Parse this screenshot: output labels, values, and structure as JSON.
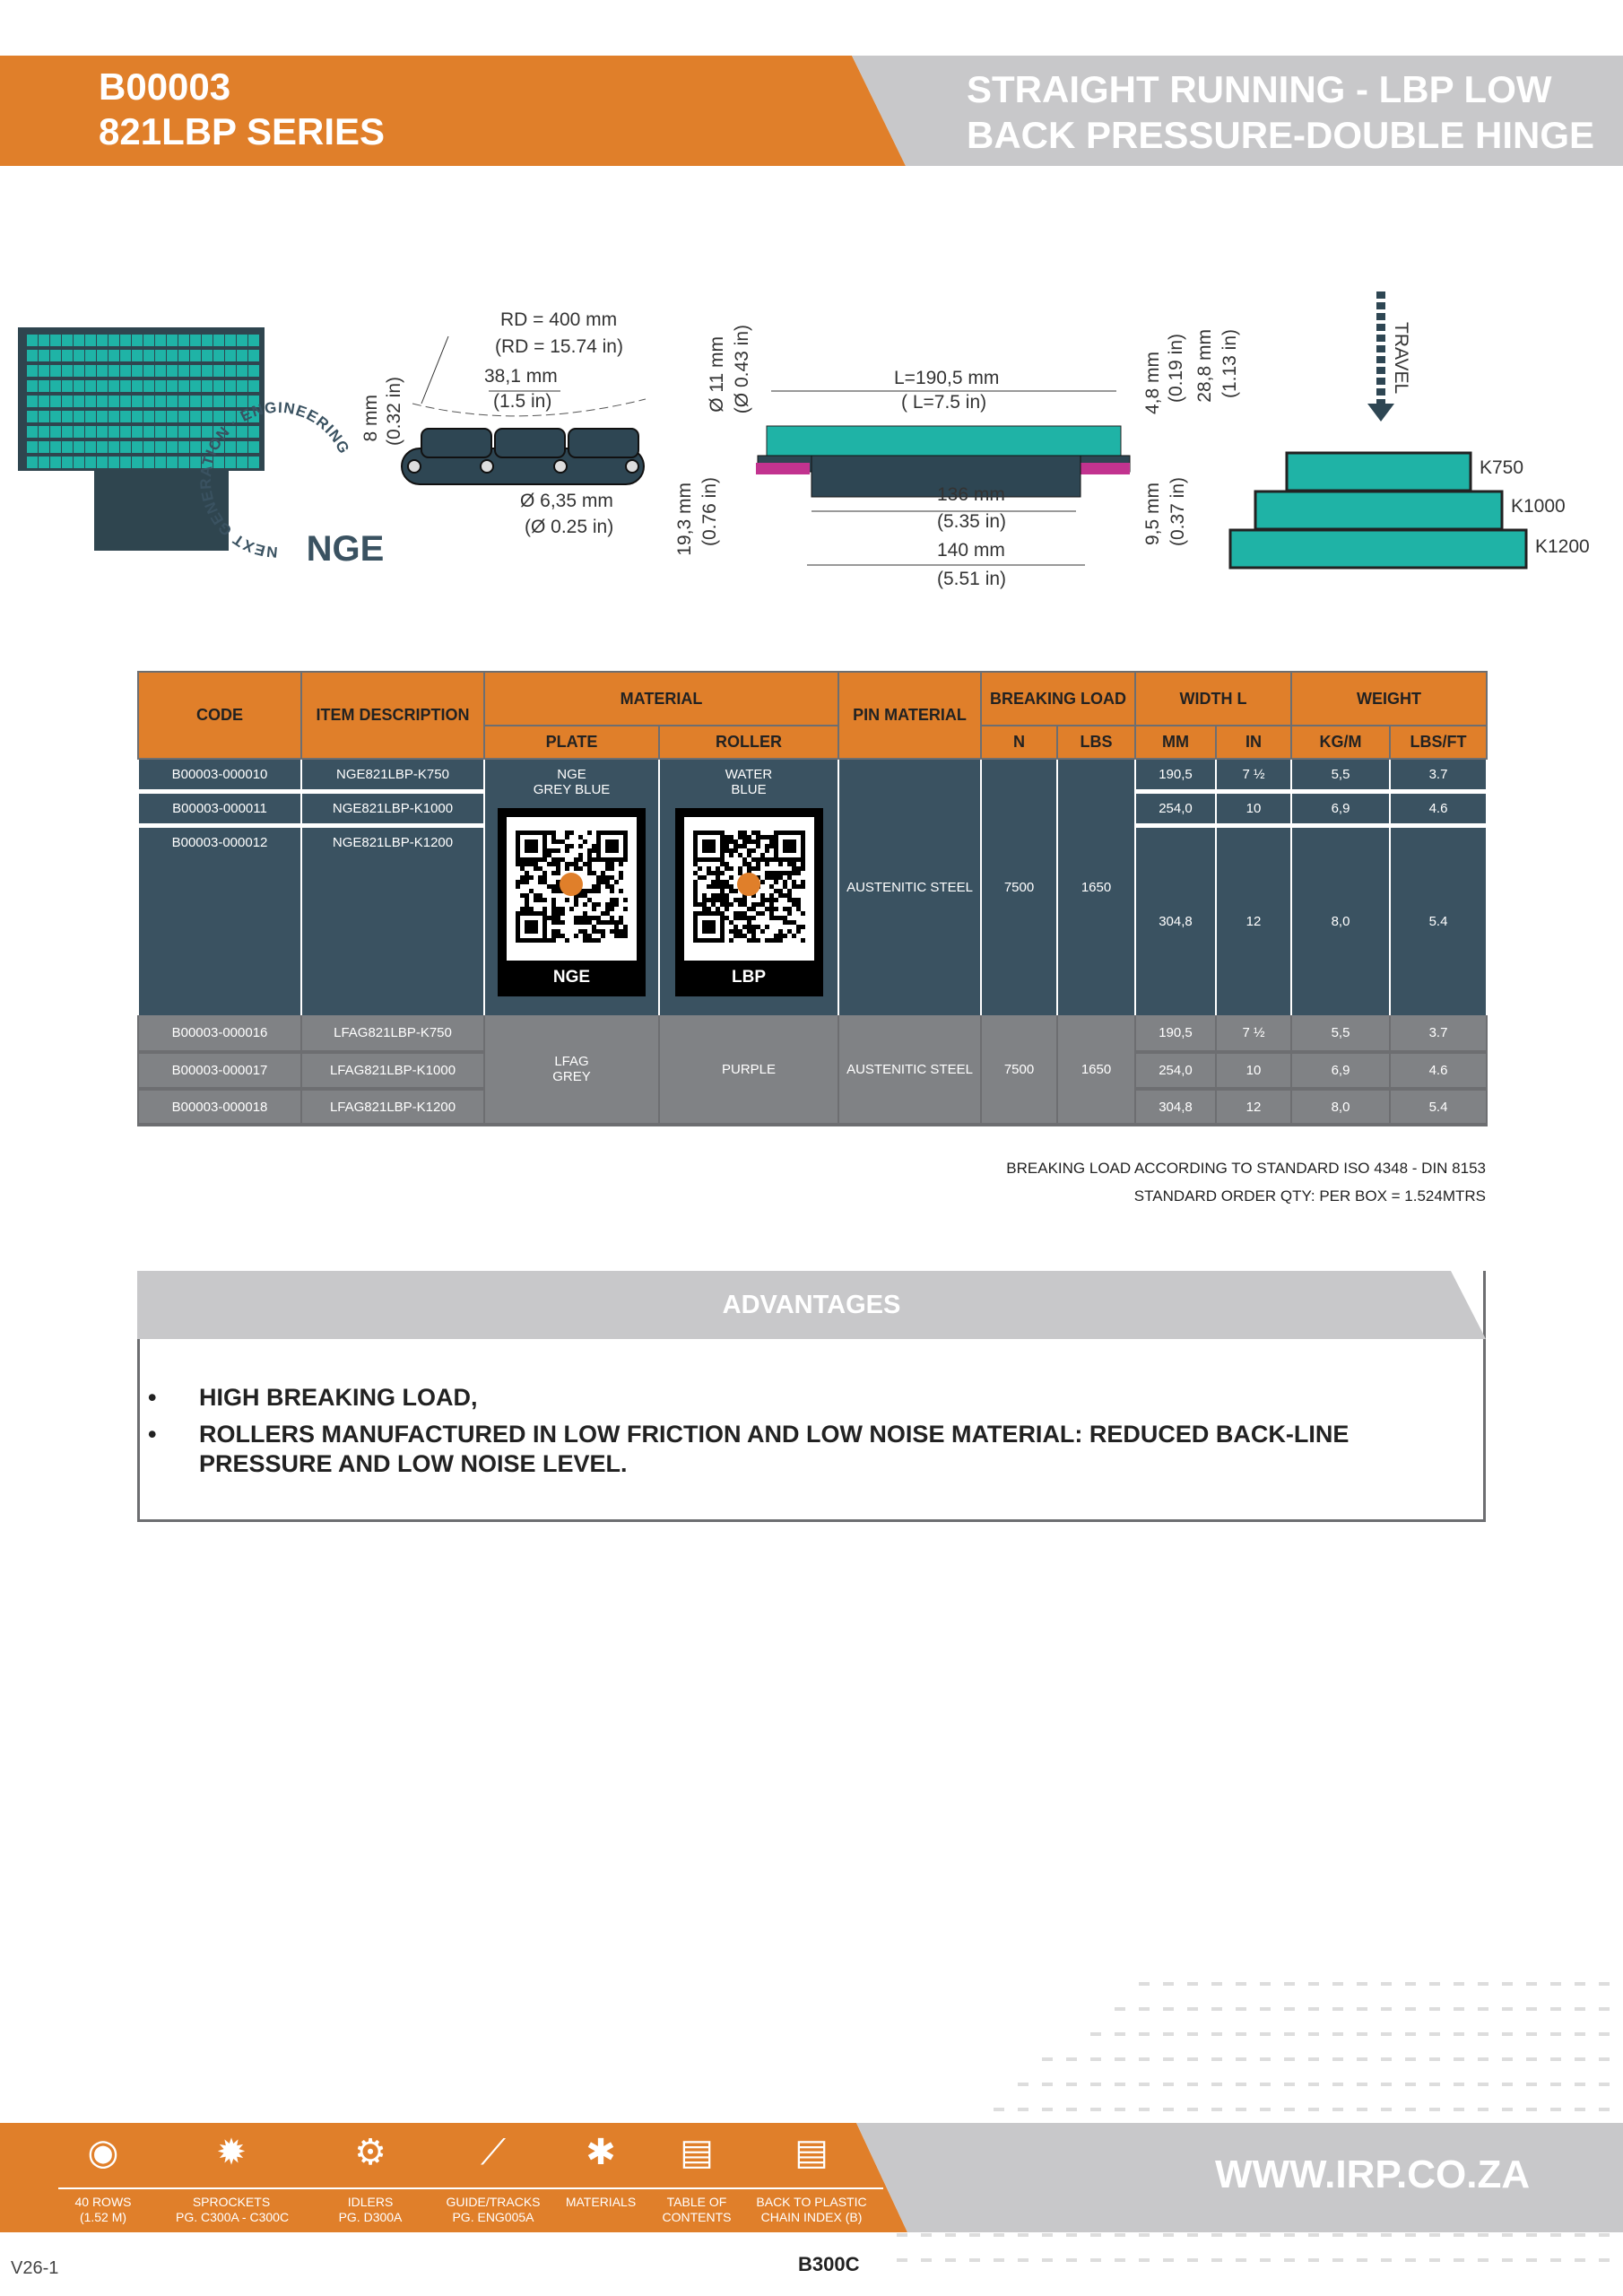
{
  "header": {
    "code": "B00003",
    "series": "821LBP SERIES",
    "title_line1": "STRAIGHT RUNNING - LBP LOW",
    "title_line2": "BACK PRESSURE-DOUBLE HINGE"
  },
  "drawing": {
    "rd_mm": "RD = 400 mm",
    "rd_in": "(RD = 15.74 in)",
    "pitch_mm": "38,1 mm",
    "pitch_in": "(1.5 in)",
    "h8_mm": "8 mm",
    "h8_in": "(0.32 in)",
    "pin_mm": "Ø 6,35 mm",
    "pin_in": "(Ø 0.25 in)",
    "roll_mm": "Ø 11 mm",
    "roll_in": "(Ø 0.43 in)",
    "L_mm": "L=190,5 mm",
    "L_in": "( L=7.5 in)",
    "h48_mm": "4,8 mm",
    "h48_in": "(0.19 in)",
    "h288_mm": "28,8 mm",
    "h288_in": "(1.13 in)",
    "h193_mm": "19,3 mm",
    "h193_in": "(0.76 in)",
    "h95_mm": "9,5 mm",
    "h95_in": "(0.37 in)",
    "w136_mm": "136 mm",
    "w136_in": "(5.35 in)",
    "w140_mm": "140 mm",
    "w140_in": "(5.51 in)",
    "travel": "TRAVEL",
    "k750": "K750",
    "k1000": "K1000",
    "k1200": "K1200",
    "nge_logo": "NGE",
    "nge_ring": "NEXT GENERATION · ENGINEERING"
  },
  "table": {
    "headers": {
      "code": "CODE",
      "desc": "ITEM DESCRIPTION",
      "material": "MATERIAL",
      "plate": "PLATE",
      "roller": "ROLLER",
      "pin": "PIN MATERIAL",
      "breaking": "BREAKING LOAD",
      "n": "N",
      "lbs": "LBS",
      "width": "WIDTH L",
      "mm": "MM",
      "in": "IN",
      "weight": "WEIGHT",
      "kgm": "KG/M",
      "lbsft": "LBS/FT"
    },
    "group1": {
      "plate": "NGE\nGREY BLUE",
      "roller": "WATER\nBLUE",
      "pin": "AUSTENITIC STEEL",
      "n": "7500",
      "lbs": "1650",
      "qr1_label": "NGE",
      "qr2_label": "LBP",
      "rows": [
        {
          "code": "B00003-000010",
          "desc": "NGE821LBP-K750",
          "mm": "190,5",
          "in": "7 ½",
          "kgm": "5,5",
          "lbsft": "3.7"
        },
        {
          "code": "B00003-000011",
          "desc": "NGE821LBP-K1000",
          "mm": "254,0",
          "in": "10",
          "kgm": "6,9",
          "lbsft": "4.6"
        },
        {
          "code": "B00003-000012",
          "desc": "NGE821LBP-K1200",
          "mm": "304,8",
          "in": "12",
          "kgm": "8,0",
          "lbsft": "5.4"
        }
      ]
    },
    "group2": {
      "plate": "LFAG\nGREY",
      "roller": "PURPLE",
      "pin": "AUSTENITIC STEEL",
      "n": "7500",
      "lbs": "1650",
      "rows": [
        {
          "code": "B00003-000016",
          "desc": "LFAG821LBP-K750",
          "mm": "190,5",
          "in": "7 ½",
          "kgm": "5,5",
          "lbsft": "3.7"
        },
        {
          "code": "B00003-000017",
          "desc": "LFAG821LBP-K1000",
          "mm": "254,0",
          "in": "10",
          "kgm": "6,9",
          "lbsft": "4.6"
        },
        {
          "code": "B00003-000018",
          "desc": "LFAG821LBP-K1200",
          "mm": "304,8",
          "in": "12",
          "kgm": "8,0",
          "lbsft": "5.4"
        }
      ]
    }
  },
  "notes": {
    "line1": "BREAKING LOAD ACCORDING TO STANDARD ISO 4348 - DIN 8153",
    "line2": "STANDARD ORDER QTY: PER BOX = 1.524MTRS"
  },
  "advantages": {
    "title": "ADVANTAGES",
    "items": [
      "HIGH BREAKING LOAD,",
      "ROLLERS MANUFACTURED IN LOW FRICTION AND LOW NOISE MATERIAL: REDUCED BACK-LINE PRESSURE AND LOW NOISE LEVEL."
    ]
  },
  "footer": {
    "nav": [
      {
        "l1": "40 ROWS",
        "l2": "(1.52 M)",
        "icon": "chain-rolls-icon"
      },
      {
        "l1": "SPROCKETS",
        "l2": "PG. C300A - C300C",
        "icon": "sprocket-icon"
      },
      {
        "l1": "IDLERS",
        "l2": "PG. D300A",
        "icon": "idler-icon"
      },
      {
        "l1": "GUIDE/TRACKS",
        "l2": "PG. ENG005A",
        "icon": "guide-track-icon"
      },
      {
        "l1": "MATERIALS",
        "l2": "",
        "icon": "materials-icon"
      },
      {
        "l1": "TABLE OF",
        "l2": "CONTENTS",
        "icon": "document-icon"
      },
      {
        "l1": "BACK TO PLASTIC",
        "l2": "CHAIN INDEX (B)",
        "icon": "document-icon"
      }
    ],
    "url": "WWW.IRP.CO.ZA",
    "version": "V26-1",
    "page": "B300C"
  },
  "colors": {
    "orange": "#e07f2a",
    "grey": "#c8c8ca",
    "dark": "#3a5261",
    "teal": "#1fb3a6",
    "magenta": "#c2338f"
  }
}
